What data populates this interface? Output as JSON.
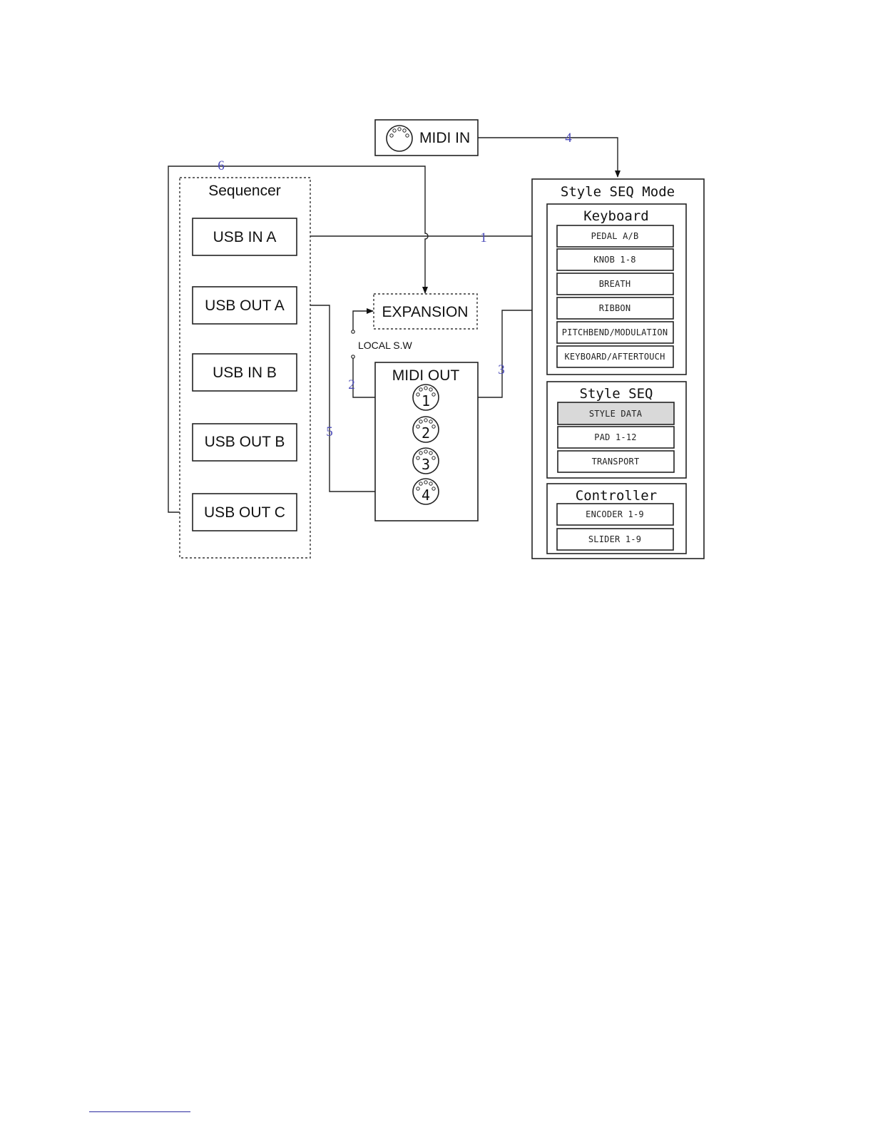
{
  "midi_in": {
    "label": "MIDI IN"
  },
  "sequencer": {
    "title": "Sequencer",
    "ports": [
      "USB IN A",
      "USB OUT A",
      "USB IN B",
      "USB OUT B",
      "USB OUT C"
    ]
  },
  "expansion": {
    "label": "EXPANSION"
  },
  "local_sw": {
    "label": "LOCAL S.W"
  },
  "midi_out": {
    "title": "MIDI OUT",
    "ports": [
      "1",
      "2",
      "3",
      "4"
    ]
  },
  "style_seq_mode": {
    "title": "Style SEQ Mode",
    "groups": [
      {
        "title": "Keyboard",
        "items": [
          "PEDAL A/B",
          "KNOB 1-8",
          "BREATH",
          "RIBBON",
          "PITCHBEND/MODULATION",
          "KEYBOARD/AFTERTOUCH"
        ]
      },
      {
        "title": "Style SEQ",
        "items": [
          "STYLE DATA",
          "PAD 1-12",
          "TRANSPORT"
        ]
      },
      {
        "title": "Controller",
        "items": [
          "ENCODER 1-9",
          "SLIDER 1-9"
        ]
      }
    ]
  },
  "routes": [
    "1",
    "2",
    "3",
    "4",
    "5",
    "6"
  ],
  "colors": {
    "route_label": "#4a4ab8",
    "highlight_cell": "#d9d9d9",
    "stroke": "#222222"
  }
}
